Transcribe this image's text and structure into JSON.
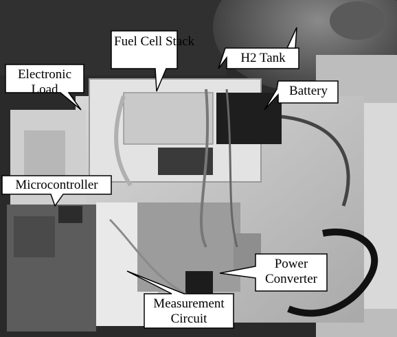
{
  "labels": {
    "fuel_cell_stack": "Fuel Cell Stack",
    "h2_tank": "H2 Tank",
    "electronic_load": "Electronic Load",
    "battery": "Battery",
    "microcontroller": "Microcontroller",
    "power_converter": "Power Converter",
    "measurement_circuit": "Measurement Circuit"
  }
}
